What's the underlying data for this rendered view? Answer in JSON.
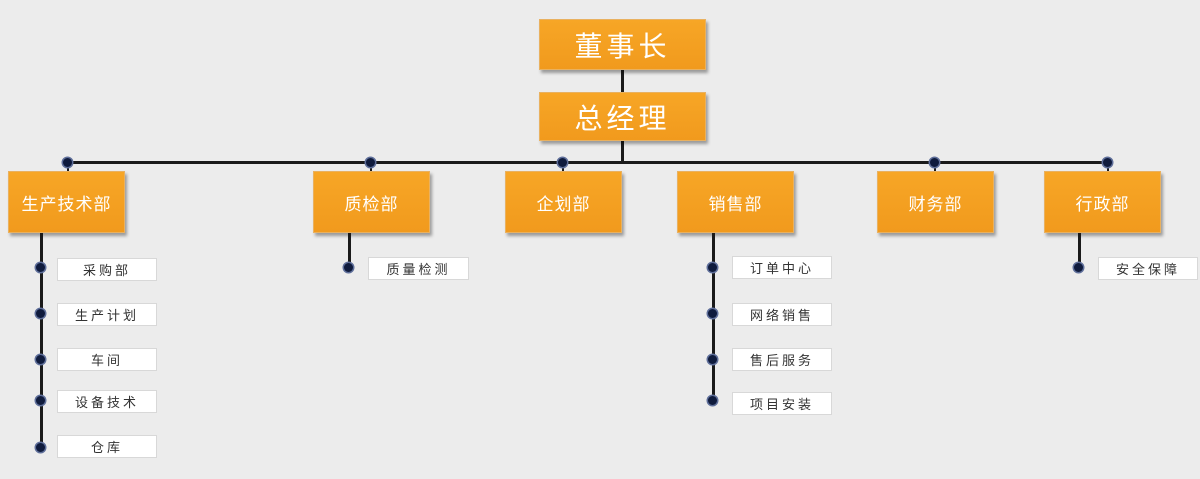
{
  "chairman": "董事长",
  "general_manager": "总经理",
  "departments": [
    {
      "name": "生产技术部",
      "subs": [
        "采购部",
        "生产计划",
        "车间",
        "设备技术",
        "仓库"
      ]
    },
    {
      "name": "质检部",
      "subs": [
        "质量检测"
      ]
    },
    {
      "name": "企划部",
      "subs": []
    },
    {
      "name": "销售部",
      "subs": [
        "订单中心",
        "网络销售",
        "售后服务",
        "项目安装"
      ]
    },
    {
      "name": "财务部",
      "subs": []
    },
    {
      "name": "行政部",
      "subs": [
        "安全保障"
      ]
    }
  ]
}
